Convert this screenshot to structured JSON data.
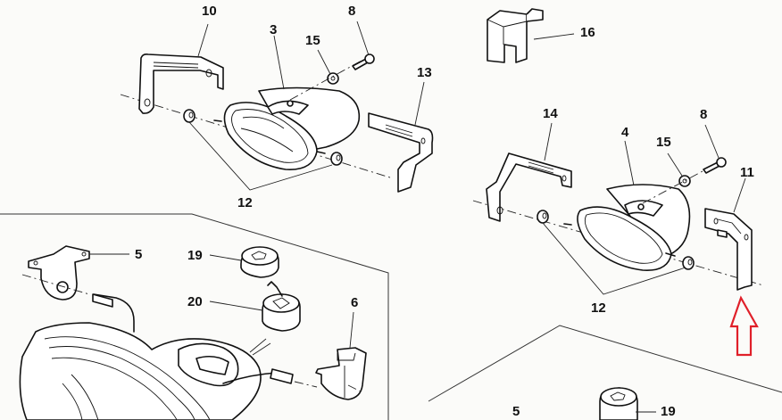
{
  "diagram": {
    "type": "exploded-parts-diagram",
    "subject": "Fog lamp and headlamp assembly parts",
    "callouts": [
      {
        "id": "c10a",
        "label": "10",
        "part": "left fog lamp bracket"
      },
      {
        "id": "c3",
        "label": "3",
        "part": "left fog lamp"
      },
      {
        "id": "c15a",
        "label": "15",
        "part": "washer"
      },
      {
        "id": "c8a",
        "label": "8",
        "part": "screw"
      },
      {
        "id": "c13",
        "label": "13",
        "part": "left fog lamp bracket (outer)"
      },
      {
        "id": "c12a",
        "label": "12",
        "part": "grommets"
      },
      {
        "id": "c16",
        "label": "16",
        "part": "connector cover"
      },
      {
        "id": "c14",
        "label": "14",
        "part": "right fog lamp bracket"
      },
      {
        "id": "c4",
        "label": "4",
        "part": "right fog lamp"
      },
      {
        "id": "c15b",
        "label": "15",
        "part": "washer"
      },
      {
        "id": "c8b",
        "label": "8",
        "part": "screw"
      },
      {
        "id": "c11",
        "label": "11",
        "part": "right fog lamp bracket (outer)"
      },
      {
        "id": "c12b",
        "label": "12",
        "part": "grommets"
      },
      {
        "id": "c5a",
        "label": "5",
        "part": "headlamp mounting bracket"
      },
      {
        "id": "c19a",
        "label": "19",
        "part": "bulb cap"
      },
      {
        "id": "c20",
        "label": "20",
        "part": "bulb holder"
      },
      {
        "id": "c6",
        "label": "6",
        "part": "headlamp mounting bracket"
      },
      {
        "id": "c5b",
        "label": "5",
        "part": "headlamp mounting bracket"
      },
      {
        "id": "c19b",
        "label": "19",
        "part": "bulb cap"
      }
    ],
    "annotation": {
      "type": "arrow",
      "direction": "up",
      "color": "#e0202a",
      "points_to": "part 11 bracket lower end"
    }
  }
}
